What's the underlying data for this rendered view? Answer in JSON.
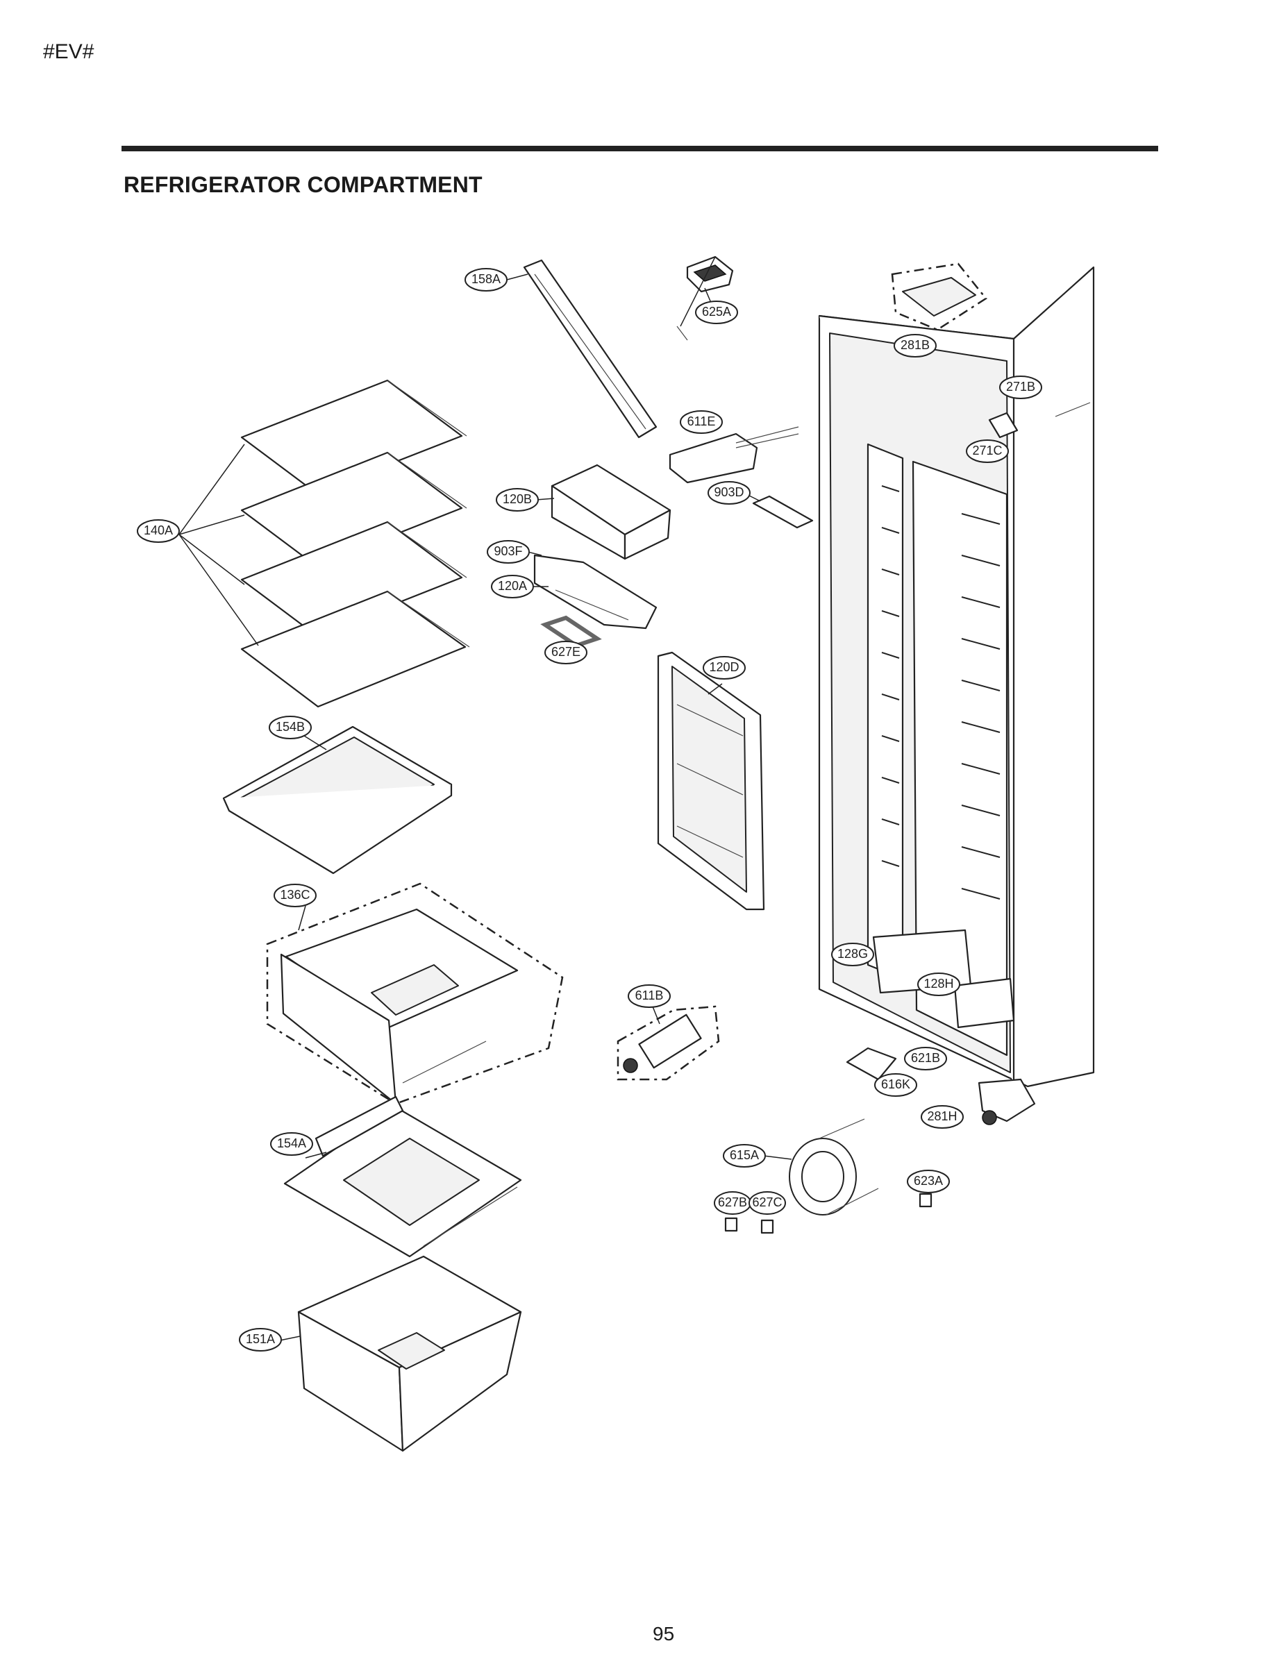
{
  "header": {
    "tag": "#EV#"
  },
  "title": "REFRIGERATOR COMPARTMENT",
  "page_number": "95",
  "callouts": [
    {
      "id": "625A"
    },
    {
      "id": "281B"
    },
    {
      "id": "158A"
    },
    {
      "id": "271B"
    },
    {
      "id": "611E"
    },
    {
      "id": "271C"
    },
    {
      "id": "903D"
    },
    {
      "id": "120B"
    },
    {
      "id": "140A"
    },
    {
      "id": "903F"
    },
    {
      "id": "120A"
    },
    {
      "id": "627E"
    },
    {
      "id": "120D"
    },
    {
      "id": "154B"
    },
    {
      "id": "136C"
    },
    {
      "id": "128G"
    },
    {
      "id": "128H"
    },
    {
      "id": "611B"
    },
    {
      "id": "621B"
    },
    {
      "id": "616K"
    },
    {
      "id": "281H"
    },
    {
      "id": "154A"
    },
    {
      "id": "615A"
    },
    {
      "id": "623A"
    },
    {
      "id": "627B"
    },
    {
      "id": "627C"
    },
    {
      "id": "151A"
    }
  ]
}
